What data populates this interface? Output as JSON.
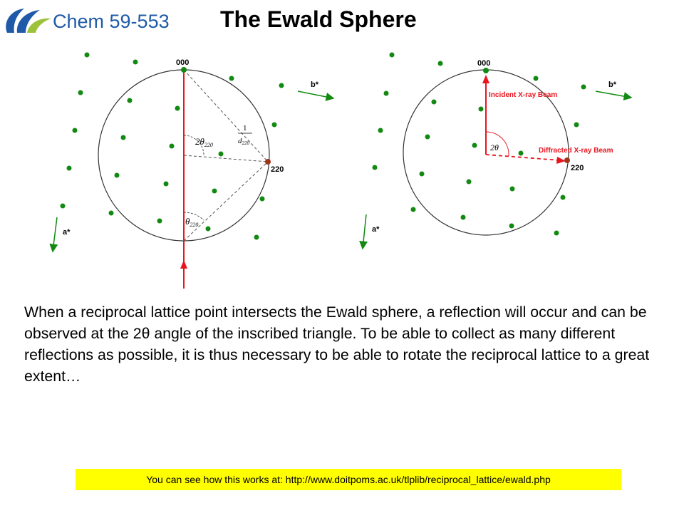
{
  "header": {
    "course": "Chem 59-553",
    "title": "The Ewald Sphere",
    "logo_colors": [
      "#1f5aa8",
      "#9cc23b"
    ]
  },
  "figure_left": {
    "origin_label": "000",
    "reflection_label": "220",
    "b_star_label": "b*",
    "a_star_label": "a*",
    "two_theta_label": "2θ",
    "two_theta_sub": "220",
    "theta_label": "θ",
    "theta_sub": "220",
    "d_numerator": "1",
    "d_symbol": "d",
    "d_sub": "220"
  },
  "figure_right": {
    "origin_label": "000",
    "reflection_label": "220",
    "b_star_label": "b*",
    "a_star_label": "a*",
    "incident_label": "Incident X-ray Beam",
    "diffracted_label": "Diffracted X-ray Beam",
    "two_theta_label": "2θ"
  },
  "colors": {
    "lattice_point": "#128a12",
    "beam": "#e8141e",
    "reflection_point": "#a0351a",
    "axis_arrow": "#128a12"
  },
  "body_text": "When a reciprocal lattice point intersects the Ewald sphere, a reflection will occur and can be observed at the 2θ angle of the inscribed triangle.  To be able to collect as many different reflections as possible, it is thus necessary to be able to rotate the reciprocal lattice to a great extent…",
  "footer": {
    "text": "You can see how this works at: http://www.doitpoms.ac.uk/tlplib/reciprocal_lattice/ewald.php"
  }
}
